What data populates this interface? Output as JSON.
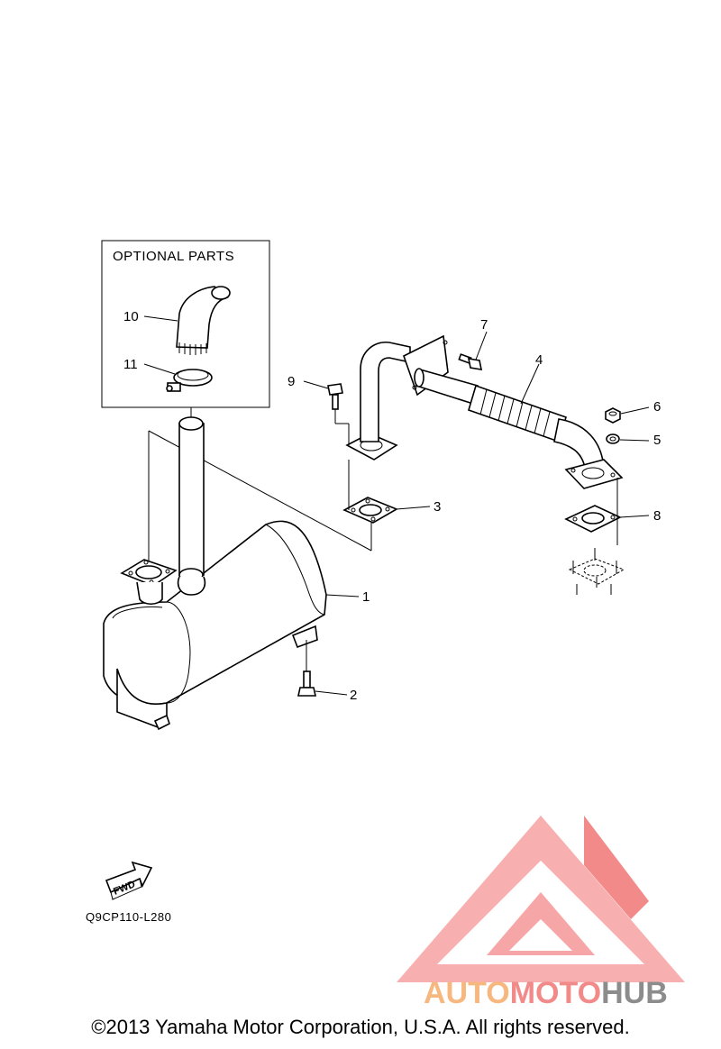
{
  "optional_box": {
    "title": "OPTIONAL PARTS"
  },
  "callouts": {
    "c1": "1",
    "c2": "2",
    "c3": "3",
    "c4": "4",
    "c5": "5",
    "c6": "6",
    "c7": "7",
    "c8": "8",
    "c9": "9",
    "c10": "10",
    "c11": "11"
  },
  "fwd_icon": {
    "label": "FWD",
    "icon": "forward-arrow-icon"
  },
  "diagram_code": "Q9CP110-L280",
  "watermark": {
    "part1": "AUTO",
    "part2": "MOTO",
    "part3": "HUB",
    "colors": {
      "peach": "#f7b880",
      "salmon": "#f28a8a",
      "gray": "#8c8c8c"
    }
  },
  "copyright": "©2013 Yamaha Motor Corporation, U.S.A. All rights reserved."
}
